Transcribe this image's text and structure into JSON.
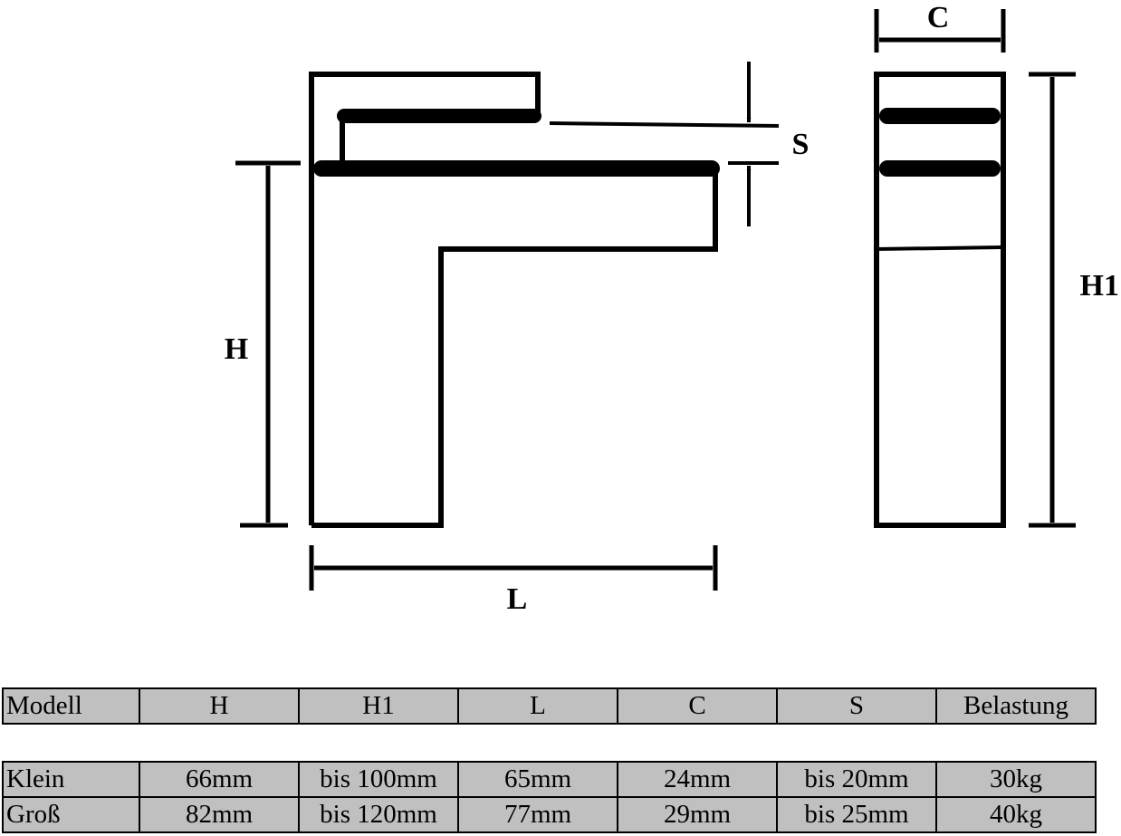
{
  "diagram": {
    "labels": {
      "h": "H",
      "h1": "H1",
      "l": "L",
      "c": "C",
      "s": "S"
    }
  },
  "table": {
    "header": [
      "Modell",
      "H",
      "H1",
      "L",
      "C",
      "S",
      "Belastung"
    ],
    "rows": [
      [
        "Klein",
        "66mm",
        "bis 100mm",
        "65mm",
        "24mm",
        "bis 20mm",
        "30kg"
      ],
      [
        "Groß",
        "82mm",
        "bis 120mm",
        "77mm",
        "29mm",
        "bis 25mm",
        "40kg"
      ]
    ]
  }
}
